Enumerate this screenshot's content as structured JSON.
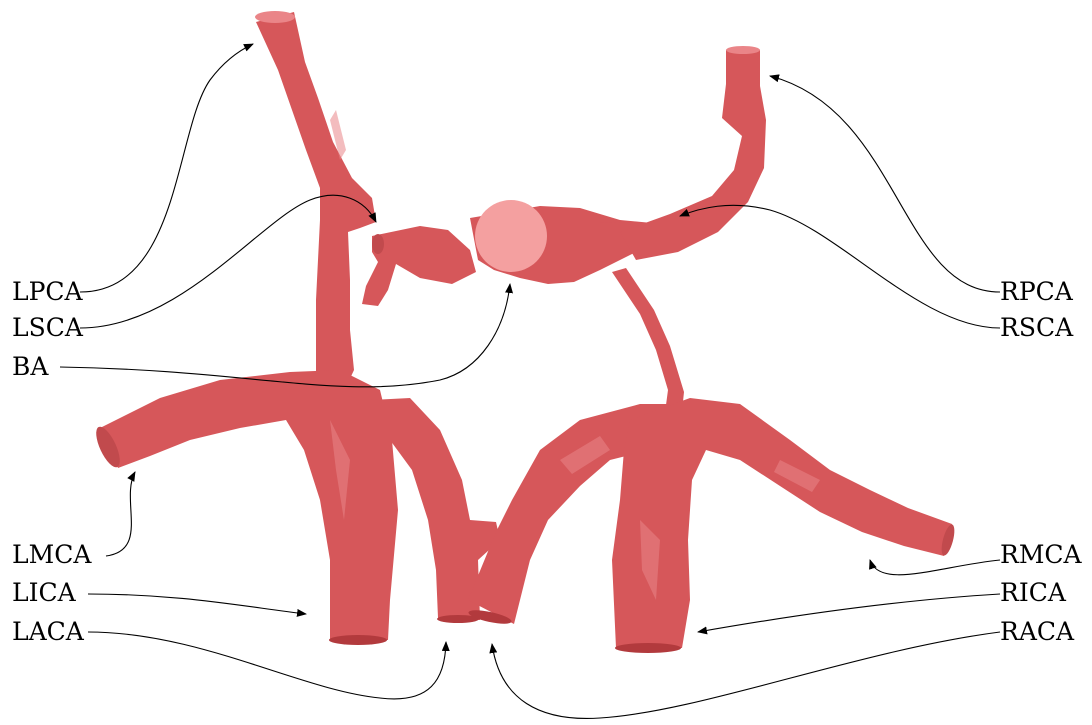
{
  "left_labels": [
    {
      "key": "lpca",
      "text": "LPCA"
    },
    {
      "key": "lsca",
      "text": "LSCA"
    },
    {
      "key": "ba",
      "text": "BA"
    },
    {
      "key": "lmca",
      "text": "LMCA"
    },
    {
      "key": "lica",
      "text": "LICA"
    },
    {
      "key": "laca",
      "text": "LACA"
    }
  ],
  "right_labels": [
    {
      "key": "rpca",
      "text": "RPCA"
    },
    {
      "key": "rsca",
      "text": "RSCA"
    },
    {
      "key": "rmca",
      "text": "RMCA"
    },
    {
      "key": "rica",
      "text": "RICA"
    },
    {
      "key": "raca",
      "text": "RACA"
    }
  ],
  "colors": {
    "vessel": "#d6575a",
    "vessel_shadow": "#b23a3d",
    "vessel_highlight": "#ea8588",
    "ba_cap": "#f4a0a0",
    "text": "#000000",
    "background": "#ffffff"
  }
}
